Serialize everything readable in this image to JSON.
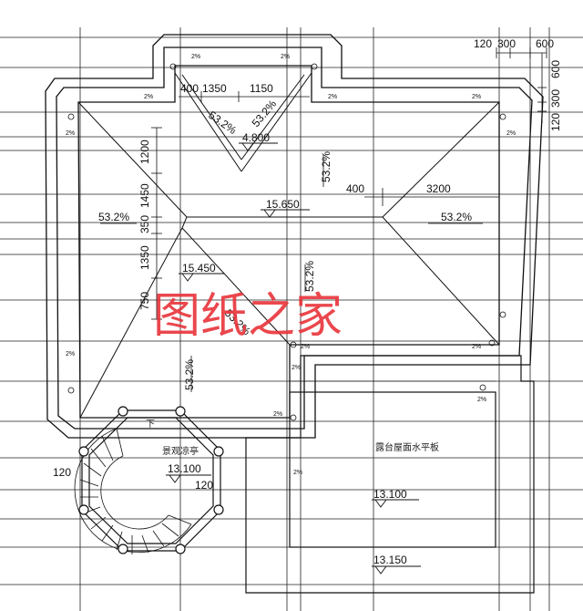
{
  "watermark": "图纸之家",
  "room_labels": {
    "pavilion": "景观凉亭",
    "terrace_roof": "露台屋面水平板",
    "stair_down": "下"
  },
  "elevations": {
    "upper_right": "15.650",
    "lower_left": "15.450",
    "dormer": "4.800",
    "pavilion": "13.100",
    "terrace": "13.100",
    "terrace_edge": "13.150"
  },
  "slopes": {
    "value": "53.2%",
    "small": "2%"
  },
  "dimensions": {
    "top_right": [
      "120",
      "300",
      "600"
    ],
    "right_vertical": [
      "600",
      "300",
      "120"
    ],
    "dormer_row": [
      "400",
      "1350",
      "1150"
    ],
    "mid_row": [
      "400",
      "3200"
    ],
    "left_vertical": [
      "1200",
      "1450",
      "350",
      "1350",
      "750"
    ],
    "pavilion_left": "120",
    "pavilion_right": "120"
  },
  "colors": {
    "line": "#1a1a1a",
    "watermark": "#e8333a"
  }
}
